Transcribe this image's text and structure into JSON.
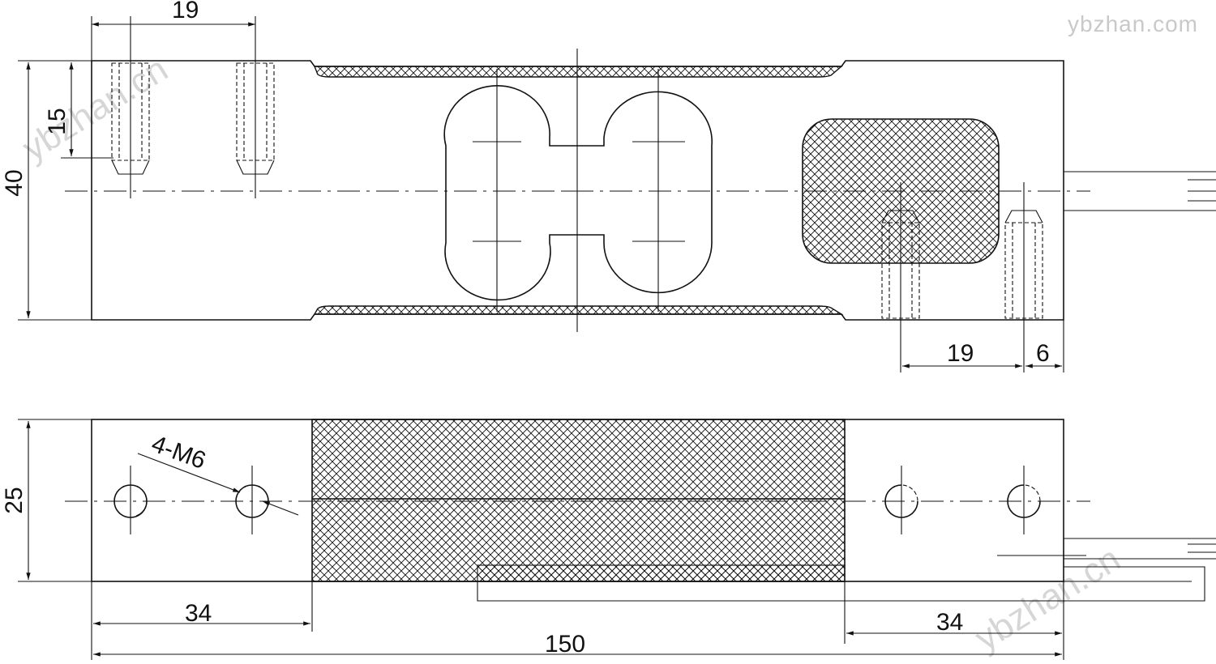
{
  "dimensions": {
    "top_hole_spacing": "19",
    "hole_depth": "15",
    "height_top_view": "40",
    "right_hole_spacing": "19",
    "right_edge_offset": "6",
    "height_side_view": "25",
    "thread_spec": "4-M6",
    "left_mount_length": "34",
    "right_mount_length": "34",
    "total_length": "150"
  },
  "watermark": {
    "site": "ybzhan.com",
    "diagonal": "ybzhan.cn"
  },
  "colors": {
    "ink": "#111111",
    "watermark": "#c9c9c9",
    "background": "#ffffff"
  }
}
